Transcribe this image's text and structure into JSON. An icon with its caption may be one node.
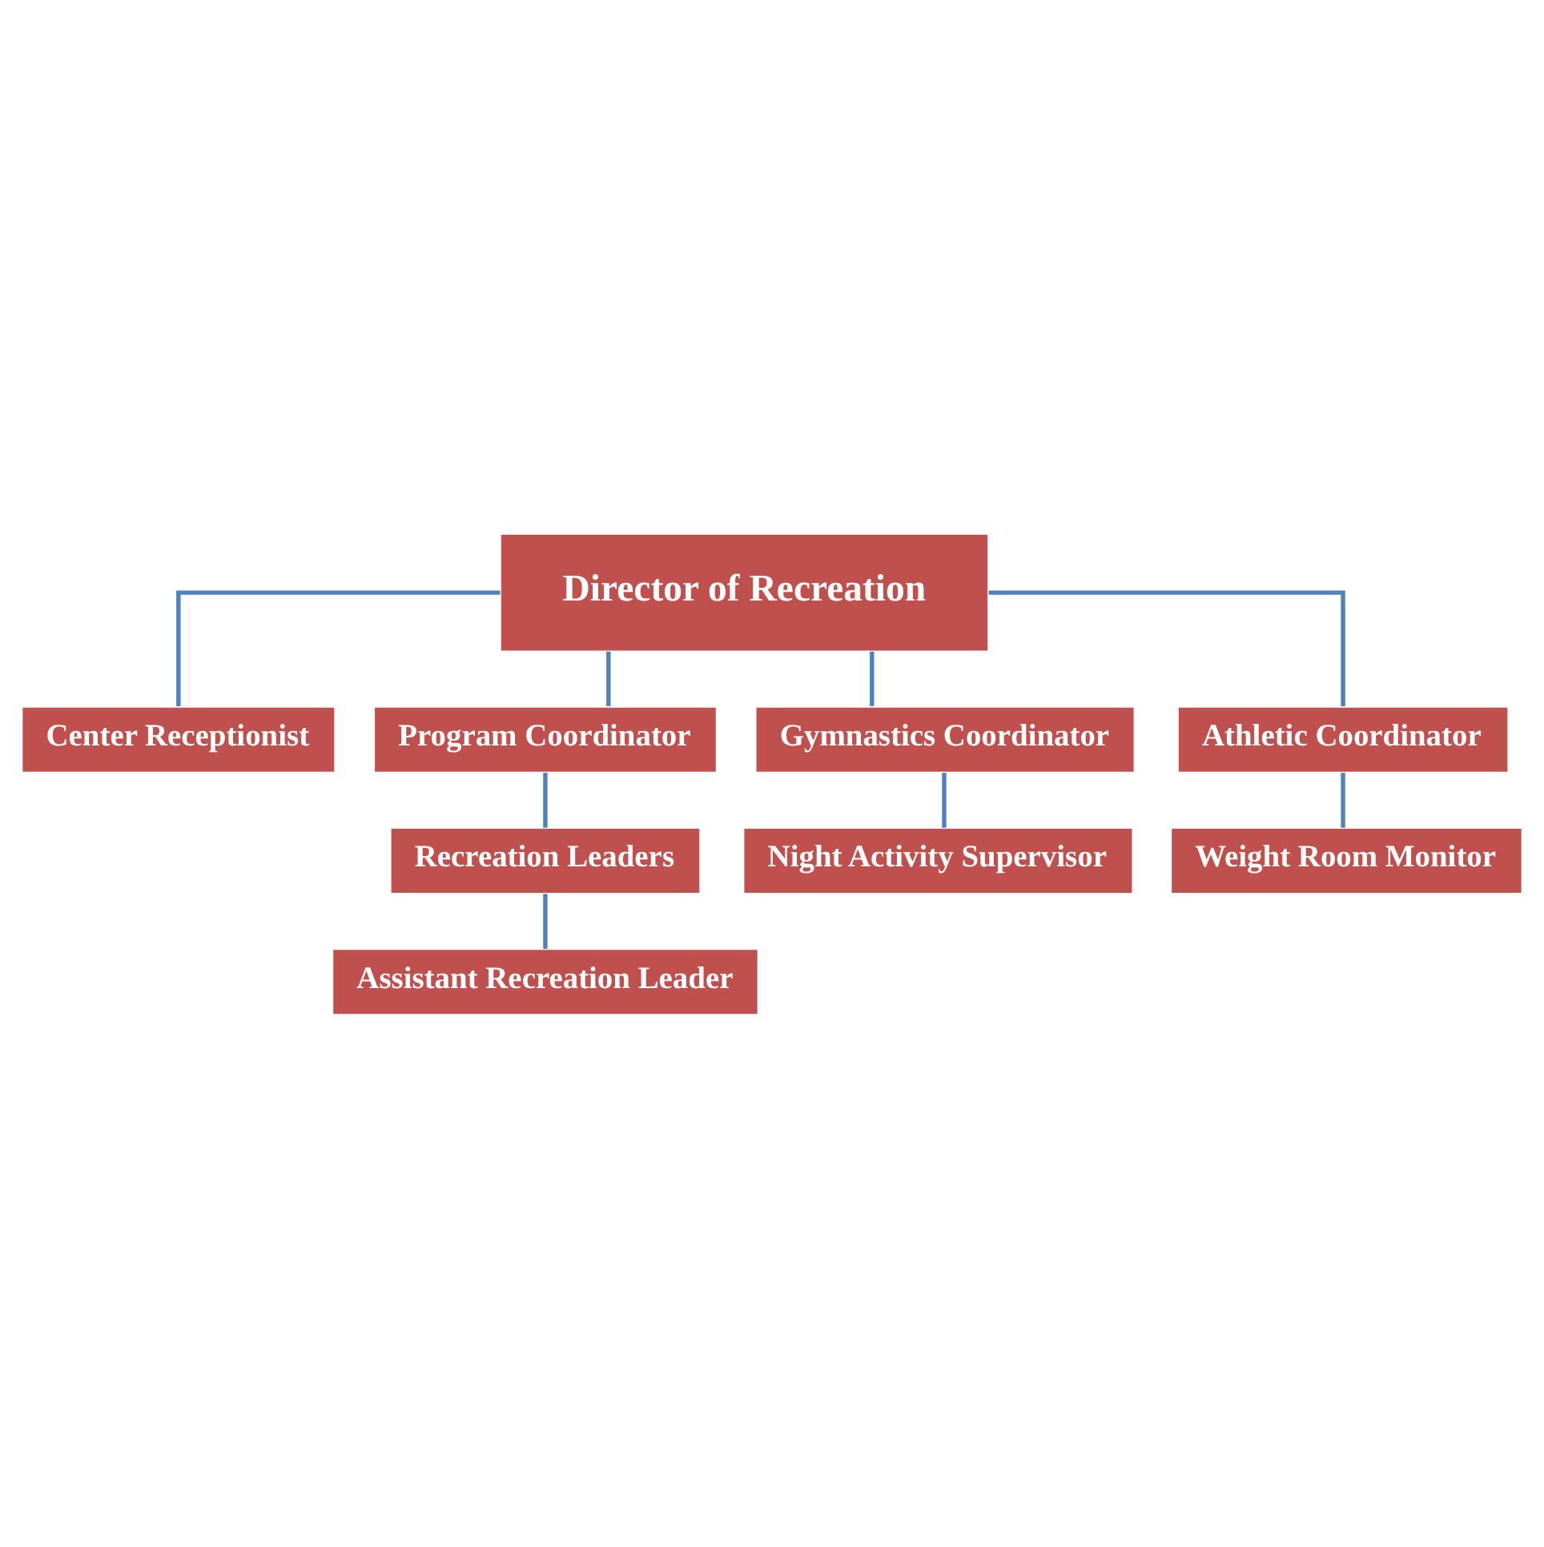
{
  "diagram": {
    "nodes": [
      {
        "text": [
          "Director of Recreation"
        ]
      },
      {
        "text": [
          "Center Receptionist"
        ]
      },
      {
        "text": [
          "Program Coordinator"
        ]
      },
      {
        "text": [
          "Gymnastics Coordinator"
        ]
      },
      {
        "text": [
          "Athletic Coordinator"
        ]
      },
      {
        "text": [
          "Recreation Leaders"
        ]
      },
      {
        "text": [
          "Night Activity Supervisor"
        ]
      },
      {
        "text": [
          "Weight Room Monitor"
        ]
      },
      {
        "text": [
          "Assistant Recreation Leader"
        ]
      }
    ],
    "edges": [
      {
        "from": 0,
        "to": 1,
        "arrow": "none"
      },
      {
        "from": 0,
        "to": 2,
        "arrow": "none"
      },
      {
        "from": 0,
        "to": 3,
        "arrow": "none"
      },
      {
        "from": 0,
        "to": 4,
        "arrow": "none"
      },
      {
        "from": 2,
        "to": 5,
        "arrow": "none"
      },
      {
        "from": 3,
        "to": 6,
        "arrow": "none"
      },
      {
        "from": 4,
        "to": 7,
        "arrow": "none"
      },
      {
        "from": 5,
        "to": 8,
        "arrow": "none"
      }
    ]
  }
}
